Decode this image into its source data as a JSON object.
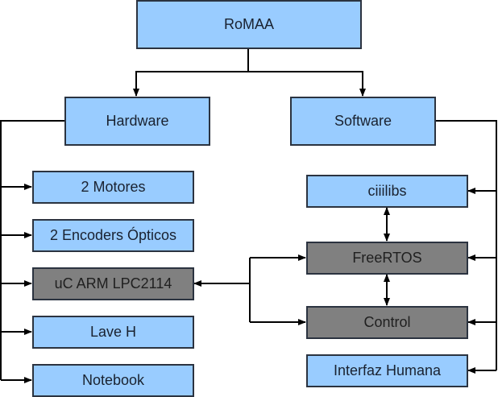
{
  "diagram": {
    "root": {
      "label": "RoMAA",
      "style": "blue"
    },
    "hardware": {
      "label": "Hardware",
      "style": "blue",
      "items": [
        {
          "label": "2 Motores",
          "style": "blue"
        },
        {
          "label": "2 Encoders Ópticos",
          "style": "blue"
        },
        {
          "label": "uC ARM LPC2114",
          "style": "gray"
        },
        {
          "label": "Lave H",
          "style": "blue"
        },
        {
          "label": "Notebook",
          "style": "blue"
        }
      ]
    },
    "software": {
      "label": "Software",
      "style": "blue",
      "items": [
        {
          "label": "ciiilibs",
          "style": "blue"
        },
        {
          "label": "FreeRTOS",
          "style": "gray"
        },
        {
          "label": "Control",
          "style": "gray"
        },
        {
          "label": "Interfaz Humana",
          "style": "blue"
        }
      ]
    },
    "connections": [
      {
        "from": "RoMAA",
        "to": "Hardware",
        "type": "arrow"
      },
      {
        "from": "RoMAA",
        "to": "Software",
        "type": "arrow"
      },
      {
        "from": "Hardware",
        "to": "2 Motores",
        "type": "arrow"
      },
      {
        "from": "Hardware",
        "to": "2 Encoders Ópticos",
        "type": "arrow"
      },
      {
        "from": "Hardware",
        "to": "uC ARM LPC2114",
        "type": "arrow"
      },
      {
        "from": "Hardware",
        "to": "Lave H",
        "type": "arrow"
      },
      {
        "from": "Hardware",
        "to": "Notebook",
        "type": "arrow"
      },
      {
        "from": "Software",
        "to": "ciiilibs",
        "type": "arrow"
      },
      {
        "from": "Software",
        "to": "FreeRTOS",
        "type": "arrow"
      },
      {
        "from": "Software",
        "to": "Control",
        "type": "arrow"
      },
      {
        "from": "Software",
        "to": "Interfaz Humana",
        "type": "arrow"
      },
      {
        "from": "ciiilibs",
        "to": "FreeRTOS",
        "type": "bidirectional"
      },
      {
        "from": "FreeRTOS",
        "to": "Control",
        "type": "bidirectional"
      },
      {
        "from": "FreeRTOS/Control",
        "to": "uC ARM LPC2114",
        "type": "arrow"
      },
      {
        "from": "FreeRTOS/Control",
        "to": "FreeRTOS",
        "type": "arrow"
      },
      {
        "from": "FreeRTOS/Control",
        "to": "Control",
        "type": "arrow"
      }
    ],
    "colors": {
      "blue_fill": "#99ccff",
      "gray_fill": "#808080",
      "border": "#2b3340",
      "line": "#000000"
    }
  }
}
